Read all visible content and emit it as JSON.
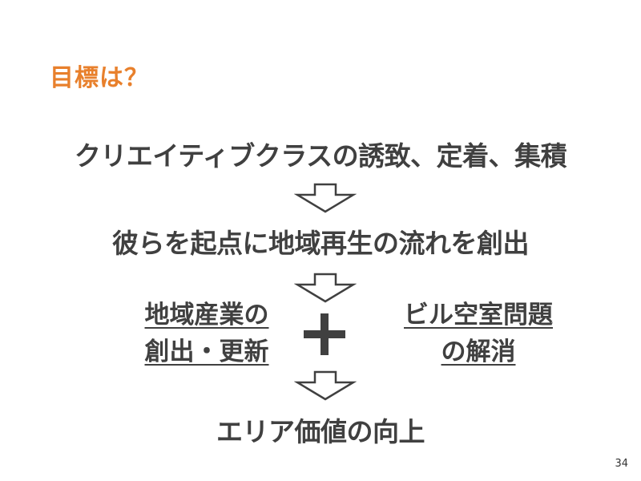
{
  "slide": {
    "title": "目標は？",
    "statement_1": "クリエイティブクラスの誘致、定着、集積",
    "statement_2": "彼らを起点に地域再生の流れを創出",
    "left_block": {
      "line_1": "地域産業の",
      "line_2": "創出・更新"
    },
    "right_block": {
      "line_1": "ビル空室問題",
      "line_2": "の解消"
    },
    "result": "エリア価値の向上",
    "page_number": "34"
  },
  "colors": {
    "title": "#e8802c",
    "text": "#404040"
  },
  "icons": {
    "arrow": "down-arrow-outline",
    "plus": "plus-sign"
  }
}
